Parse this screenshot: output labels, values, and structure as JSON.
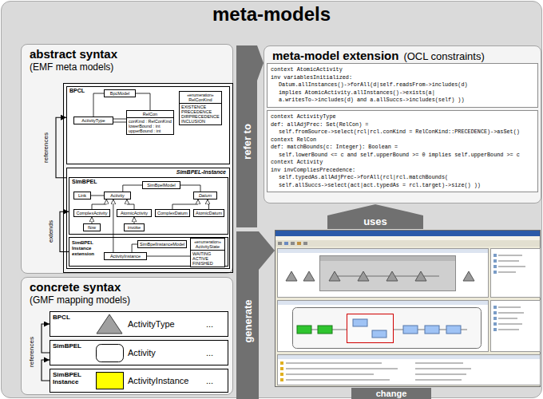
{
  "diagram": {
    "title": "meta-models",
    "nodes": [
      {
        "text": [
          "abstract syntax",
          "(EMF meta models)"
        ]
      },
      {
        "text": [
          "BPCL"
        ],
        "in": 0
      },
      {
        "text": [
          "BpcModel"
        ],
        "in": 1
      },
      {
        "text": [
          "ActivityType"
        ],
        "in": 1
      },
      {
        "text": [
          "RelCon",
          "conKind : RelConKind",
          "lowerBound : int",
          "upperBound : int"
        ],
        "in": 1
      },
      {
        "text": [
          "«enumeration»",
          "RelConKind",
          "EXISTENCE",
          "PRECEDENCE",
          "DIRPRECEDENCE",
          "INCLUSION"
        ],
        "in": 1
      },
      {
        "text": [
          "SimBPEL-Instance"
        ],
        "in": 0
      },
      {
        "text": [
          "SimBPEL"
        ],
        "in": 6
      },
      {
        "text": [
          "Link"
        ],
        "in": 7
      },
      {
        "text": [
          "Activity"
        ],
        "in": 7
      },
      {
        "text": [
          "SimBpelModel"
        ],
        "in": 7
      },
      {
        "text": [
          "Datum"
        ],
        "in": 7
      },
      {
        "text": [
          "ComplexActivity"
        ],
        "in": 7
      },
      {
        "text": [
          "AtomicActivity"
        ],
        "in": 7
      },
      {
        "text": [
          "ComplexDatum"
        ],
        "in": 7
      },
      {
        "text": [
          "AtomicDatum"
        ],
        "in": 7
      },
      {
        "text": [
          "flow"
        ],
        "in": 7
      },
      {
        "text": [
          "invoke"
        ],
        "in": 7
      },
      {
        "text": [
          "SimBPEL Instance extension"
        ],
        "in": 6
      },
      {
        "text": [
          "ActivityInstance"
        ],
        "in": 18
      },
      {
        "text": [
          "SimBpelInstanceModel"
        ],
        "in": 18
      },
      {
        "text": [
          "«enumeration»",
          "ActivityState",
          "WAITING",
          "ACTIVE",
          "FINISHED"
        ],
        "in": 18
      },
      {
        "text": [
          "refer to"
        ]
      },
      {
        "text": [
          "meta-model extension",
          "(OCL constraints)"
        ]
      },
      {
        "text": [
          "context AtomicActivity",
          "inv variablesInitialized:",
          "Datum.allInstances()->forAll(d|self.readsFrom->includes(d)",
          "implies AtomicActivity.allInstances()->exists(a|",
          "a.writesTo->includes(d) and a.allSuccs->includes(self) ))"
        ],
        "in": 23
      },
      {
        "text": [
          "context ActivityType",
          "def: allAdjPrec: Set(RelCon) =",
          "self.fromSource->select(rcl|rcl.conKind = RelConKind::PRECEDENCE)->asSet()",
          "context RelCon",
          "def: matchBounds(c: Integer): Boolean =",
          "self.lowerBound <= c and self.upperBound >= 0 implies self.upperBound >= c",
          "context Activity",
          "inv invCompliesPrecedence:",
          "self.typedAs.allAdjPrec->forAll(rcl|rcl.matchBounds(",
          "self.allSuccs->select(act|act.typedAs = rcl.target)->size() ))"
        ],
        "in": 23
      },
      {
        "text": [
          "uses"
        ]
      },
      {
        "text": [
          "concrete syntax",
          "(GMF mapping models)"
        ]
      },
      {
        "text": [
          "BPCL",
          "ActivityType",
          "..."
        ],
        "in": 27
      },
      {
        "text": [
          "SimBPEL",
          "Activity",
          "..."
        ],
        "in": 27
      },
      {
        "text": [
          "SimBPEL Instance",
          "ActivityInstance",
          "..."
        ],
        "in": 27
      },
      {
        "text": [
          "generate"
        ]
      },
      {
        "text": [
          "change"
        ]
      }
    ],
    "edges": [
      {
        "from": 2,
        "to": 3,
        "arrow": "none"
      },
      {
        "from": 2,
        "to": 4,
        "arrow": "none"
      },
      {
        "from": 3,
        "to": 4,
        "arrow": "none"
      },
      {
        "from": 3,
        "to": 4,
        "arrow": "none"
      },
      {
        "from": 8,
        "to": 9,
        "arrow": "none"
      },
      {
        "from": 10,
        "to": 9,
        "arrow": "none"
      },
      {
        "from": 10,
        "to": 11,
        "arrow": "none"
      },
      {
        "from": 12,
        "to": 9,
        "arrow": "to"
      },
      {
        "from": 13,
        "to": 9,
        "arrow": "to"
      },
      {
        "from": 14,
        "to": 11,
        "arrow": "to"
      },
      {
        "from": 15,
        "to": 11,
        "arrow": "to"
      },
      {
        "from": 16,
        "to": 12,
        "arrow": "to"
      },
      {
        "from": 17,
        "to": 13,
        "arrow": "to"
      },
      {
        "from": 19,
        "to": 9,
        "arrow": "to"
      },
      {
        "from": 20,
        "to": 19,
        "arrow": "none"
      },
      {
        "from": 19,
        "to": 21,
        "arrow": "none"
      },
      {
        "from": 6,
        "to": 1,
        "arrow": "to"
      },
      {
        "from": 18,
        "to": 7,
        "arrow": "to"
      },
      {
        "from": 29,
        "to": 28,
        "arrow": "to"
      },
      {
        "from": 30,
        "to": 29,
        "arrow": "to"
      }
    ],
    "labels": [
      "references",
      "extends",
      "references"
    ]
  }
}
